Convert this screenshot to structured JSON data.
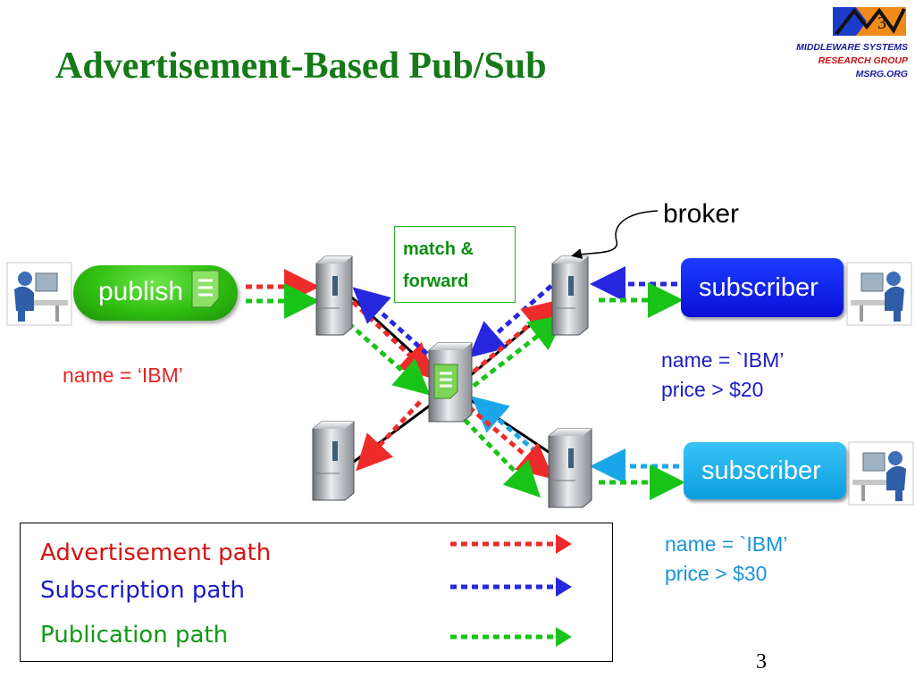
{
  "title": "Advertisement-Based Pub/Sub",
  "org": {
    "line1": "MIDDLEWARE SYSTEMS",
    "line2": "RESEARCH GROUP",
    "line3": "MSRG.ORG",
    "logo_number": "3"
  },
  "diagram": {
    "broker_label": "broker",
    "match_line1": "match &",
    "match_line2": "forward",
    "publisher_label": "publish",
    "publisher_condition": "name = ‘IBM’",
    "subscriber1": {
      "label": "subscriber",
      "condition_line1": "name = `IBM’",
      "condition_line2": "price > $20",
      "color": "#0a1ee0"
    },
    "subscriber2": {
      "label": "subscriber",
      "condition_line1": "name = `IBM’",
      "condition_line2": "price > $30",
      "color": "#1aa7ea"
    }
  },
  "legend": {
    "advertisement": "Advertisement path",
    "subscription": "Subscription path",
    "publication": "Publication path",
    "colors": {
      "advertisement": "#ee2b2b",
      "subscription": "#2727e0",
      "publication": "#18c418"
    }
  },
  "page_number": "3",
  "colors": {
    "title": "#157a17",
    "org_text": "#c41414",
    "match_text": "#0b8f10"
  }
}
